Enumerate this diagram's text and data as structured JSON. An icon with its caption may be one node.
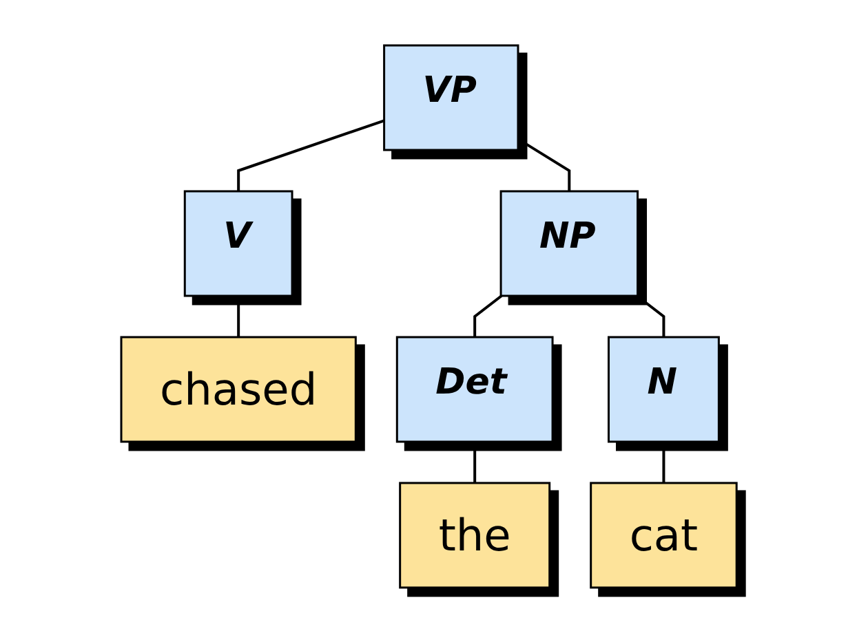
{
  "diagram": {
    "nodes": [
      {
        "text": [
          "VP"
        ]
      },
      {
        "text": [
          "V"
        ]
      },
      {
        "text": [
          "NP"
        ]
      },
      {
        "text": [
          "chased"
        ]
      },
      {
        "text": [
          "Det"
        ]
      },
      {
        "text": [
          "N"
        ]
      },
      {
        "text": [
          "the"
        ]
      },
      {
        "text": [
          "cat"
        ]
      }
    ],
    "edges": [
      {
        "from": 0,
        "to": 1,
        "arrow": "none"
      },
      {
        "from": 0,
        "to": 2,
        "arrow": "none"
      },
      {
        "from": 1,
        "to": 3,
        "arrow": "none"
      },
      {
        "from": 2,
        "to": 4,
        "arrow": "none"
      },
      {
        "from": 2,
        "to": 5,
        "arrow": "none"
      },
      {
        "from": 4,
        "to": 6,
        "arrow": "none"
      },
      {
        "from": 5,
        "to": 7,
        "arrow": "none"
      }
    ]
  }
}
